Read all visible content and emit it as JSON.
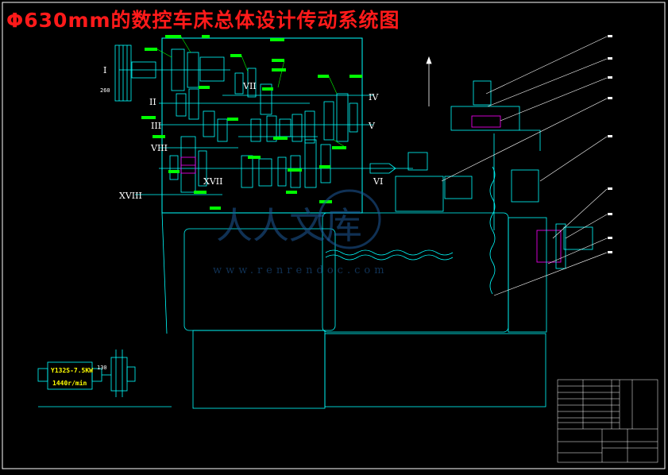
{
  "title": "Φ630mm的数控车床总体设计传动系统图",
  "shaft_labels": {
    "s1": "I",
    "s2": "II",
    "s3": "III",
    "s4": "IV",
    "s5": "V",
    "s6": "VI",
    "s7": "VII",
    "s8": "VIII",
    "s17": "XVII",
    "s18": "XVIII"
  },
  "dimensions": {
    "d260": "260",
    "d130": "130"
  },
  "motor": {
    "model": "Y132S-7.5KW",
    "speed": "1440r/min"
  },
  "watermark": {
    "text": "人人文库",
    "url": "www.renrendoc.com"
  },
  "colors": {
    "title": "#ff1a1a",
    "frame": "#ffffff",
    "mechanism": "#00ffff",
    "gear_text": "#00ff00",
    "highlight": "#ff00ff"
  }
}
